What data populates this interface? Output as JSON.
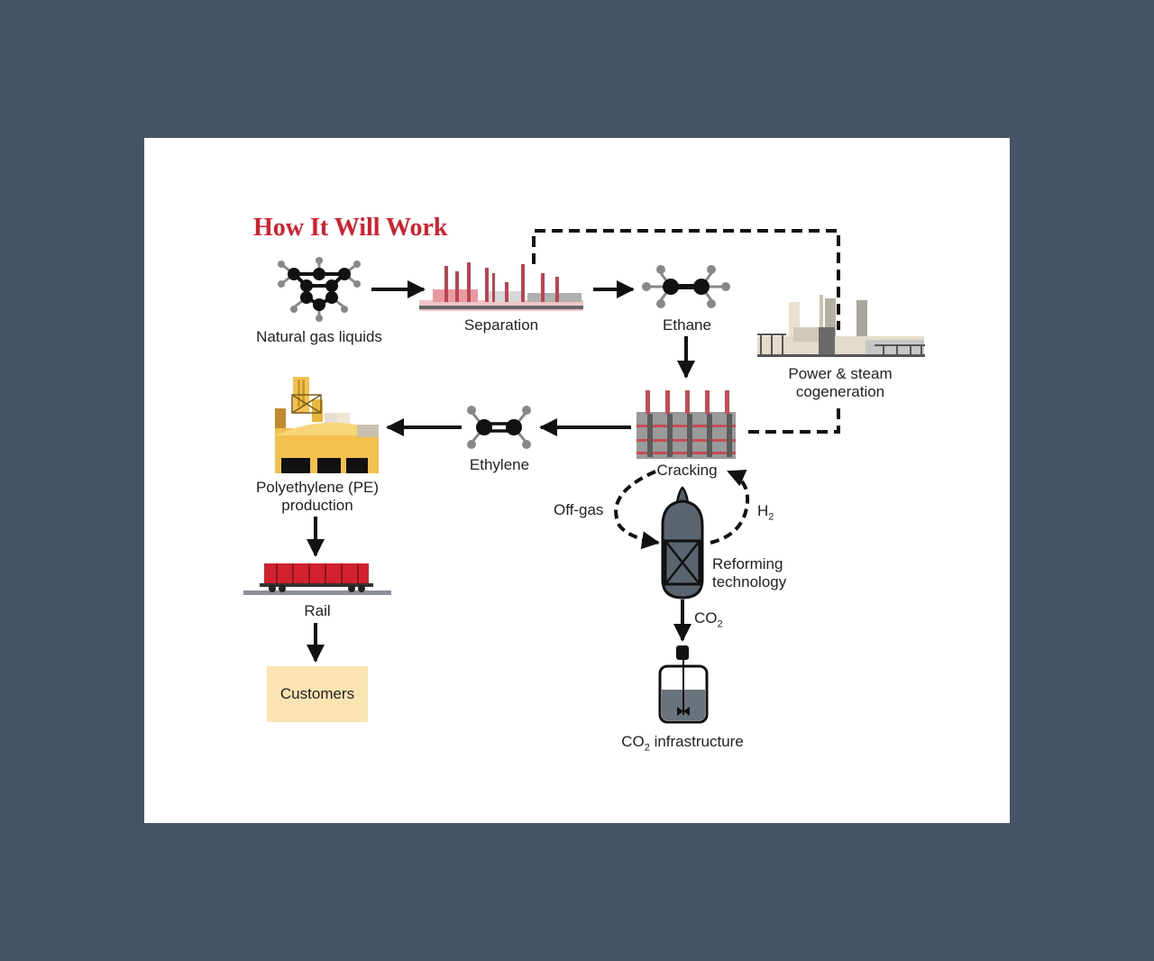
{
  "title": "How It Will Work",
  "nodes": {
    "natural_gas_liquids": "Natural gas liquids",
    "separation": "Separation",
    "ethane": "Ethane",
    "power_steam_line1": "Power & steam",
    "power_steam_line2": "cogeneration",
    "cracking": "Cracking",
    "ethylene": "Ethylene",
    "pe_line1": "Polyethylene (PE)",
    "pe_line2": "production",
    "rail": "Rail",
    "customers": "Customers",
    "off_gas": "Off-gas",
    "h2_base": "H",
    "h2_sub": "2",
    "reforming_line1": "Reforming",
    "reforming_line2": "technology",
    "co2_base": "CO",
    "co2_sub": "2",
    "co2_infra_base": "CO",
    "co2_infra_sub": "2",
    "co2_infra_rest": " infrastructure"
  },
  "colors": {
    "title": "#d2202f",
    "accent_red": "#d2202f",
    "customers_box": "#fbe3b2",
    "pe_yellow": "#f2c14e",
    "background": "#435466"
  }
}
